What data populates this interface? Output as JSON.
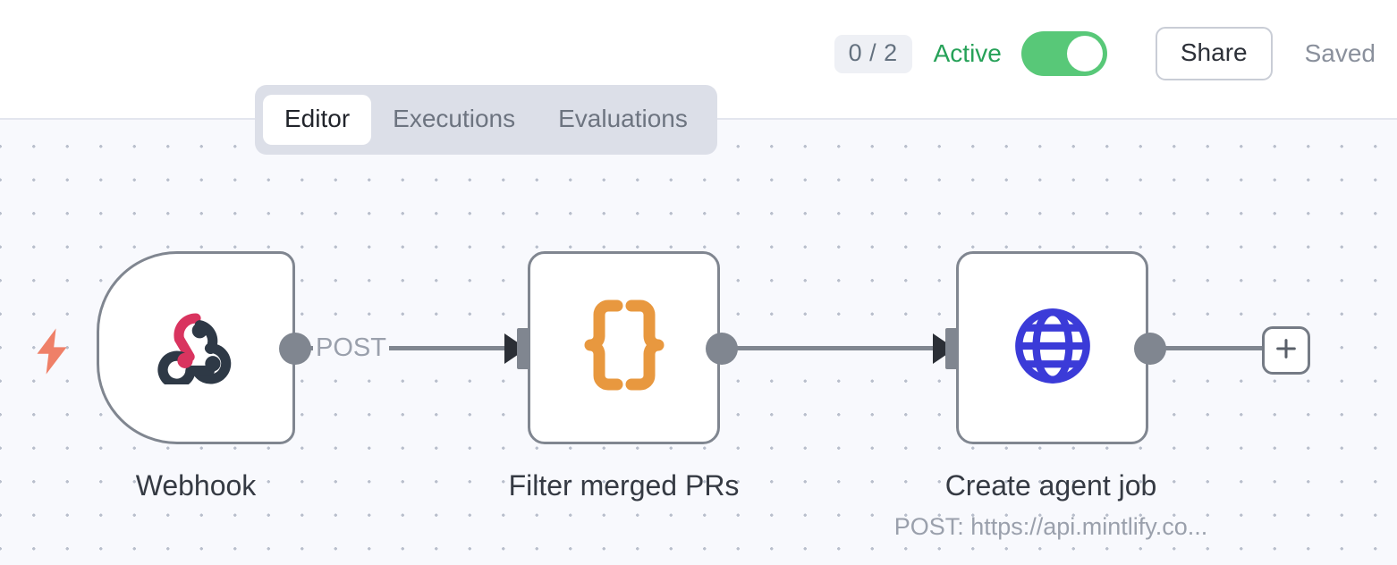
{
  "header": {
    "run_counter": "0 / 2",
    "active_label": "Active",
    "toggle_state": "on",
    "share_label": "Share",
    "saved_label": "Saved",
    "active_color": "#26a158",
    "toggle_color": "#58c878"
  },
  "tabs": [
    {
      "label": "Editor",
      "active": true
    },
    {
      "label": "Executions",
      "active": false
    },
    {
      "label": "Evaluations",
      "active": false
    }
  ],
  "canvas": {
    "nodes": [
      {
        "id": "webhook",
        "label": "Webhook",
        "sublabel": "",
        "icon": "webhook-icon",
        "shape": "trigger",
        "icon_colors": {
          "accent": "#d9345f",
          "dark": "#2e3946"
        }
      },
      {
        "id": "filter",
        "label": "Filter merged PRs",
        "sublabel": "",
        "icon": "curly-braces-icon",
        "shape": "standard",
        "icon_colors": {
          "accent": "#e8983f"
        }
      },
      {
        "id": "http",
        "label": "Create agent job",
        "sublabel": "POST: https://api.mintlify.co...",
        "icon": "globe-icon",
        "shape": "standard",
        "icon_colors": {
          "accent": "#3b3bd8"
        }
      }
    ],
    "connections": [
      {
        "from": "webhook",
        "to": "filter",
        "label": "POST"
      },
      {
        "from": "filter",
        "to": "http",
        "label": ""
      }
    ],
    "trigger_icon": "lightning-bolt-icon",
    "add_node_icon": "plus-icon"
  }
}
